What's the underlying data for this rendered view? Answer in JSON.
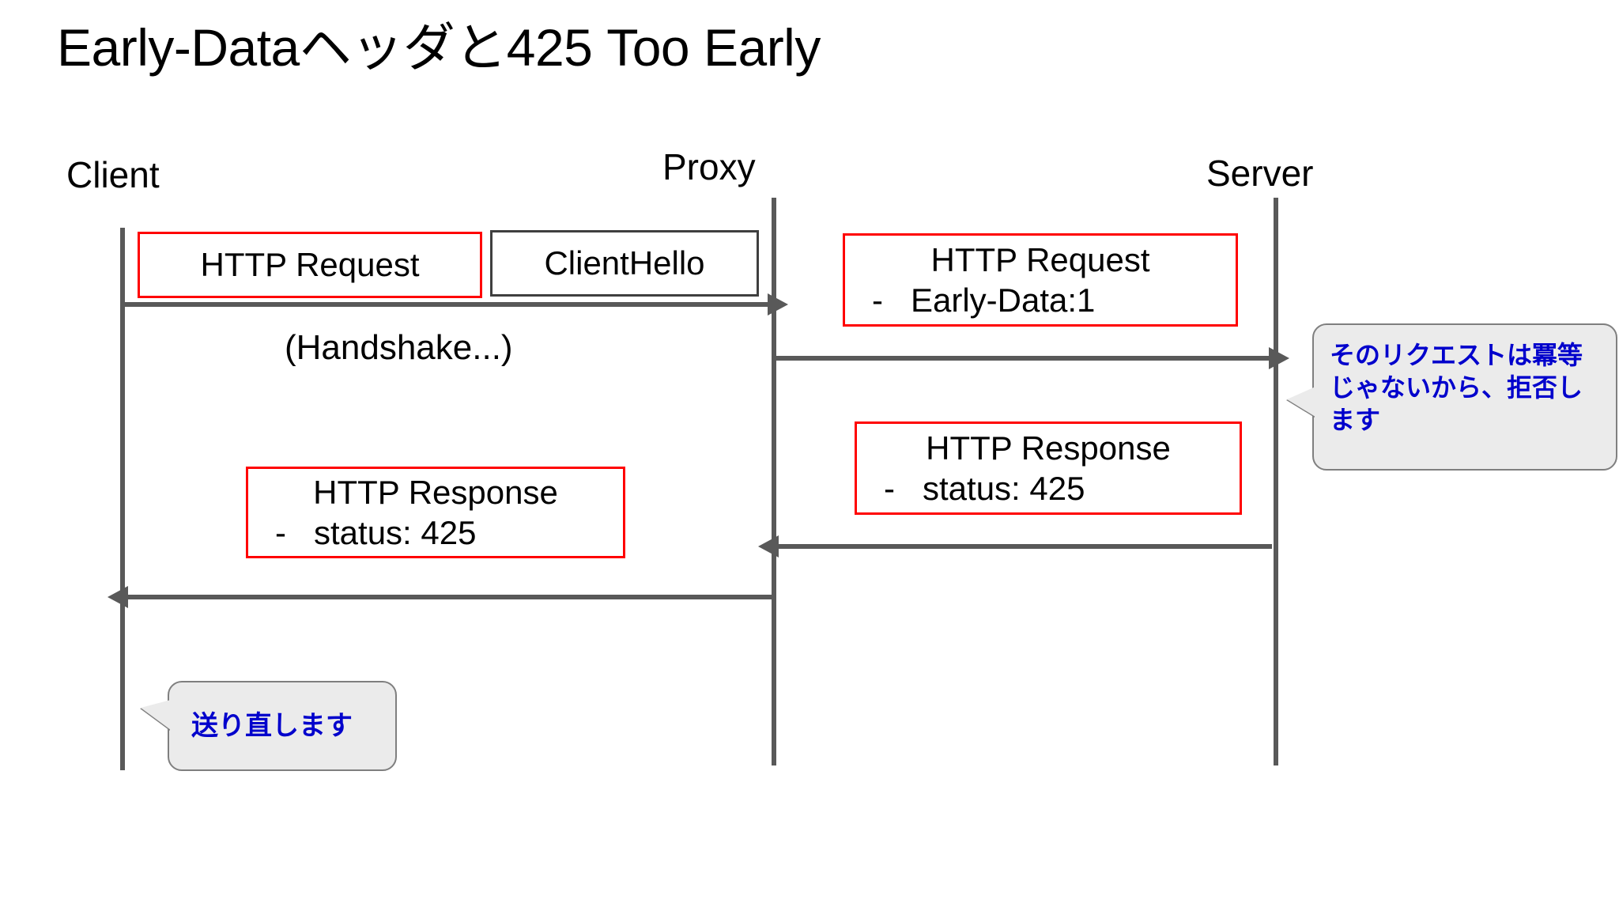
{
  "slide": {
    "title": "Early-Dataヘッダと425 Too Early"
  },
  "actors": [
    {
      "id": "client",
      "label": "Client"
    },
    {
      "id": "proxy",
      "label": "Proxy"
    },
    {
      "id": "server",
      "label": "Server"
    }
  ],
  "boxes": {
    "http_request_client": {
      "line1": "HTTP Request",
      "border_color": "#ff0000"
    },
    "client_hello": {
      "line1": "ClientHello",
      "border_color": "#3f3f3f"
    },
    "http_request_early_data": {
      "line1": "HTTP Request",
      "line2": "-   Early-Data:1",
      "border_color": "#ff0000"
    },
    "http_response_server": {
      "line1": "HTTP Response",
      "line2": "-   status: 425",
      "border_color": "#ff0000"
    },
    "http_response_client": {
      "line1": "HTTP Response",
      "line2": "-   status: 425",
      "border_color": "#ff0000"
    }
  },
  "captions": {
    "handshake": "(Handshake...)"
  },
  "bubbles": {
    "server": {
      "text": "そのリクエストは冪等じゃないから、拒否します",
      "text_color": "#0000cc",
      "fill_color": "#ebebeb"
    },
    "client": {
      "text": "送り直します",
      "text_color": "#0000cc",
      "fill_color": "#ebebeb"
    }
  },
  "arrows": [
    {
      "id": "client-proxy-request",
      "from": "client",
      "to": "proxy",
      "direction": "right"
    },
    {
      "id": "proxy-server-request",
      "from": "proxy",
      "to": "server",
      "direction": "right"
    },
    {
      "id": "server-proxy-response",
      "from": "server",
      "to": "proxy",
      "direction": "left"
    },
    {
      "id": "proxy-client-response",
      "from": "proxy",
      "to": "client",
      "direction": "left"
    }
  ],
  "colors": {
    "lifeline": "#595959",
    "arrow": "#595959",
    "highlight_border": "#ff0000",
    "plain_border": "#3f3f3f",
    "background": "#ffffff"
  }
}
